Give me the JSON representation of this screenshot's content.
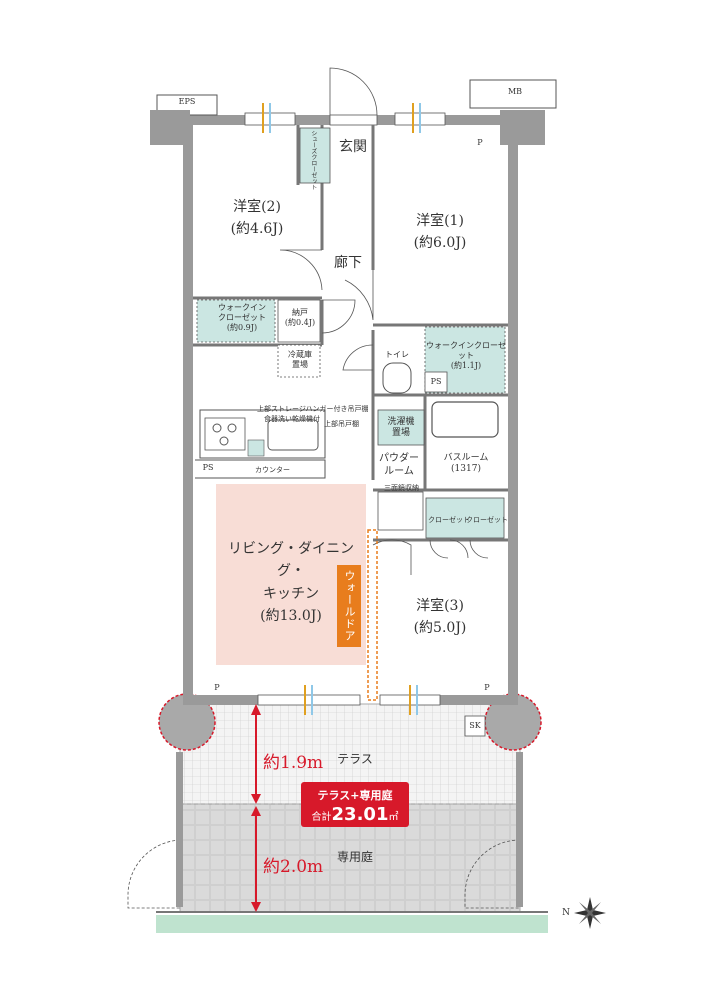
{
  "labels": {
    "eps": "EPS",
    "mb": "MB",
    "entrance": "玄関",
    "shoe_closet": "シューズクローゼット",
    "room2": "洋室(2)",
    "room2_size": "(約4.6J)",
    "room1": "洋室(1)",
    "room1_size": "(約6.0J)",
    "hall": "廊下",
    "wic_left_1": "ウォークイン",
    "wic_left_2": "クローゼット",
    "wic_left_3": "(約0.9J)",
    "storage_1": "納戸",
    "storage_2": "(約0.4J)",
    "fridge_1": "冷蔵庫",
    "fridge_2": "置場",
    "toilet": "トイレ",
    "wic_right_1": "ウォークインクローゼット",
    "wic_right_2": "(約1.1J)",
    "ps": "PS",
    "upper_hanger": "上部ストレージハンガー付き吊戸棚",
    "dishwasher": "食器洗い乾燥機付",
    "upper_cabinet": "上部吊戸棚",
    "washer_1": "洗濯機",
    "washer_2": "置場",
    "powder_1": "パウダー",
    "powder_2": "ルーム",
    "bath_1": "バスルーム",
    "bath_2": "(1317)",
    "mirror_storage": "三面鏡収納",
    "closet": "クローゼット",
    "counter": "カウンター",
    "ldk_1": "リビング・ダイニング・",
    "ldk_2": "キッチン",
    "ldk_3": "(約13.0J)",
    "wall_door": "ウォールドア",
    "room3": "洋室(3)",
    "room3_size": "(約5.0J)",
    "pipe_shaft": "P",
    "sk": "SK",
    "terrace": "テラス",
    "garden": "専用庭",
    "dim_terrace": "約1.9m",
    "dim_garden": "約2.0m",
    "badge_title": "テラス+専用庭",
    "badge_prefix": "合計",
    "badge_value": "23.01",
    "badge_unit": "㎡",
    "compass": "N"
  },
  "colors": {
    "ldk_highlight": "#f8ddd6",
    "closet_fill": "#cbe6e2",
    "wall": "#9a9a9a",
    "wall_door": "#e87d1d",
    "accent_red": "#d7192a",
    "grass": "#bfe3cf"
  }
}
